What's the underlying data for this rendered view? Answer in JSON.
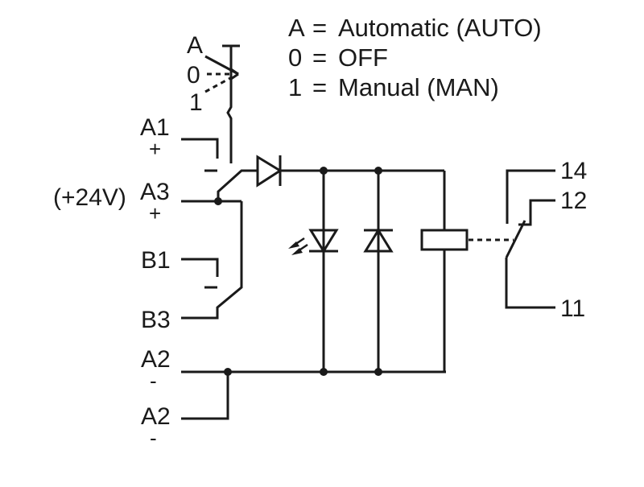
{
  "legend": [
    {
      "key": "A",
      "eq": "=",
      "text": "Automatic (AUTO)"
    },
    {
      "key": "0",
      "eq": "=",
      "text": "OFF"
    },
    {
      "key": "1",
      "eq": "=",
      "text": "Manual (MAN)"
    }
  ],
  "switch_positions": [
    "A",
    "0",
    "1"
  ],
  "terminals": {
    "a1": {
      "name": "A1",
      "polarity": "+"
    },
    "a3": {
      "name": "A3",
      "polarity": "+"
    },
    "supply": "(+24V)",
    "b1": {
      "name": "B1"
    },
    "b3": {
      "name": "B3"
    },
    "a2_top": {
      "name": "A2",
      "polarity": "-"
    },
    "a2_bottom": {
      "name": "A2",
      "polarity": "-"
    }
  },
  "contacts": {
    "c14": "14",
    "c12": "12",
    "c11": "11"
  }
}
